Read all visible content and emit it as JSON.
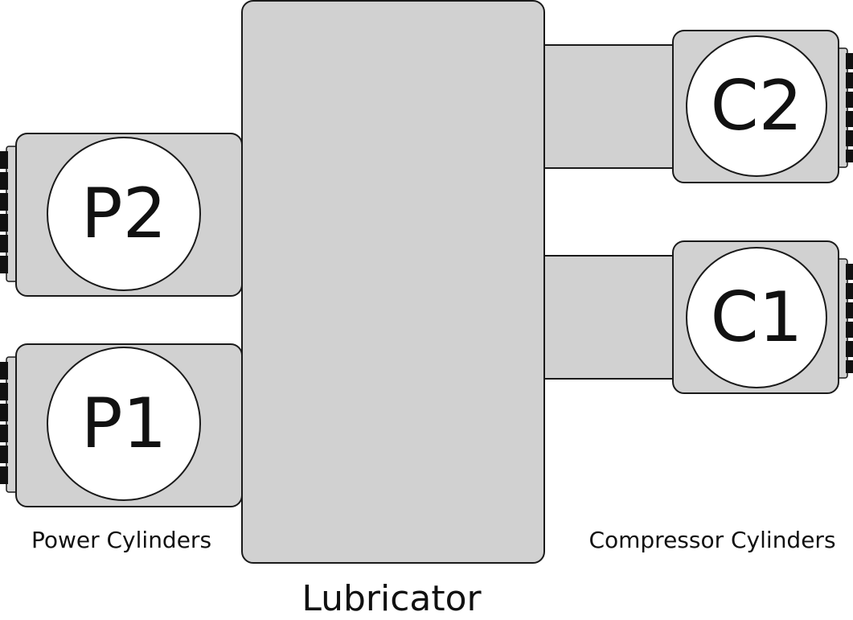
{
  "labels": {
    "power_group": "Power Cylinders",
    "compressor_group": "Compressor Cylinders",
    "lubricator": "Lubricator"
  },
  "cylinders": [
    {
      "id": "p2",
      "label": "P2"
    },
    {
      "id": "p1",
      "label": "P1"
    },
    {
      "id": "c2",
      "label": "C2"
    },
    {
      "id": "c1",
      "label": "C1"
    }
  ]
}
